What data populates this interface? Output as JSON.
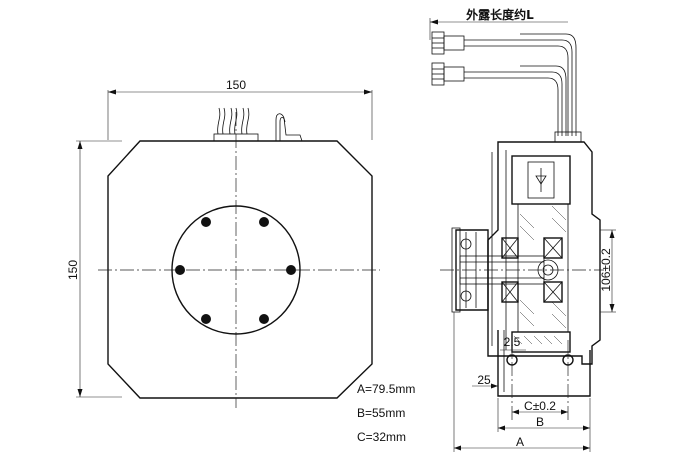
{
  "front_view": {
    "width_dim": "150",
    "height_dim": "150"
  },
  "side_view": {
    "cable_label": "外露长度约L",
    "height_dim": "106±0.2",
    "small_dim": "2.5",
    "offset_dim": "25",
    "c_dim": "C±0.2",
    "b_dim": "B",
    "a_dim": "A"
  },
  "legend": [
    "A=79.5mm",
    "B=55mm",
    "C=32mm"
  ]
}
